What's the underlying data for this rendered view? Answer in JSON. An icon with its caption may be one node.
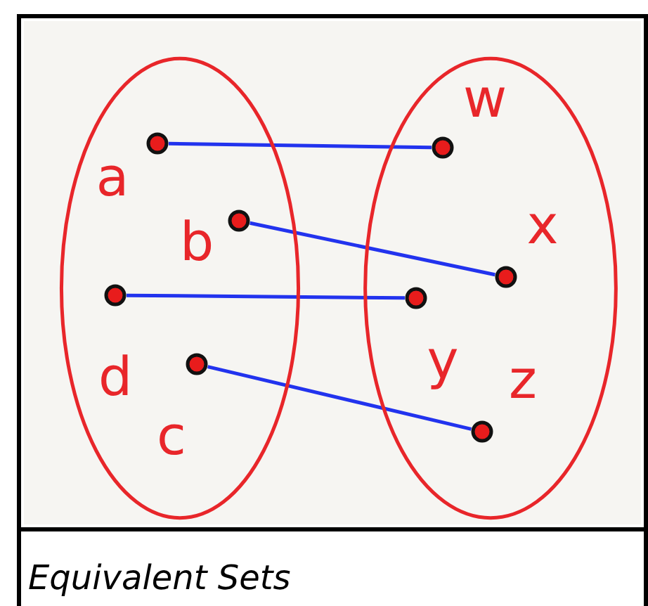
{
  "diagram": {
    "caption": "Equivalent Sets",
    "nodes": [
      {
        "text": [],
        "shape": "ellipse"
      },
      {
        "text": [],
        "shape": "circle",
        "in": 0
      },
      {
        "text": [],
        "shape": "circle",
        "in": 0
      },
      {
        "text": [],
        "shape": "circle",
        "in": 0
      },
      {
        "text": [],
        "shape": "circle",
        "in": 0
      },
      {
        "text": [],
        "shape": "ellipse"
      },
      {
        "text": [],
        "shape": "circle",
        "in": 5
      },
      {
        "text": [],
        "shape": "circle",
        "in": 5
      },
      {
        "text": [],
        "shape": "circle",
        "in": 5
      },
      {
        "text": [],
        "shape": "circle",
        "in": 5
      }
    ],
    "edges": [
      {
        "from": 1,
        "to": 6,
        "arrow": "none"
      },
      {
        "from": 2,
        "to": 7,
        "arrow": "none"
      },
      {
        "from": 3,
        "to": 8,
        "arrow": "none"
      },
      {
        "from": 4,
        "to": 9,
        "arrow": "none"
      }
    ],
    "labels": [
      "a",
      "b",
      "d",
      "c",
      "w",
      "x",
      "y",
      "z"
    ]
  }
}
